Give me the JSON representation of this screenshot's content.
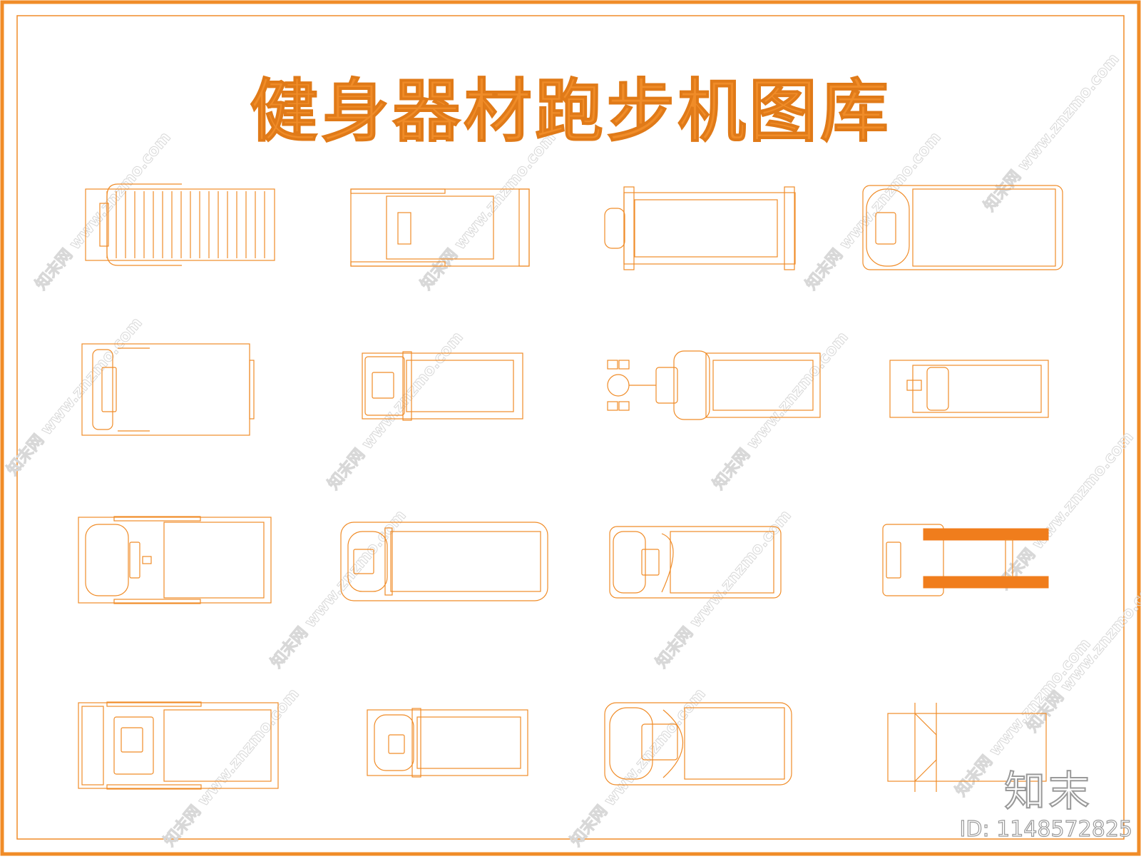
{
  "title": "健身器材跑步机图库",
  "colors": {
    "line": "#f08c28",
    "accent": "#f07d1c",
    "frame": "#f08c28",
    "background": "#ffffff"
  },
  "drawing": {
    "rows": 4,
    "columns": 4,
    "symbol": "treadmill-plan-view"
  },
  "watermark": {
    "site": "www.znzmo.com",
    "brand": "知末网",
    "logo_text": "知末",
    "asset_id": "ID: 1148572825"
  }
}
